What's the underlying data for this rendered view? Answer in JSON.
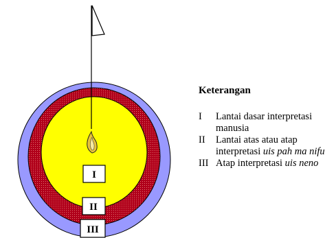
{
  "diagram": {
    "colors": {
      "outer_ring": "#9999ff",
      "middle_ring": "#b0001a",
      "inner_core": "#ffff00",
      "flag": "#ffffff",
      "flame": "#e8c33a"
    },
    "boxes": {
      "inner": "I",
      "middle": "II",
      "outer": "III"
    }
  },
  "legend": {
    "title": "Keterangan",
    "entries": [
      {
        "num": "I",
        "text_plain": "Lantai dasar interpretasi manusia",
        "text_italic": ""
      },
      {
        "num": "II",
        "text_plain": "Lantai atas atau atap interpretasi ",
        "text_italic": "uis pah ma nifu"
      },
      {
        "num": "III",
        "text_plain": "Atap interpretasi ",
        "text_italic": "uis neno"
      }
    ]
  }
}
